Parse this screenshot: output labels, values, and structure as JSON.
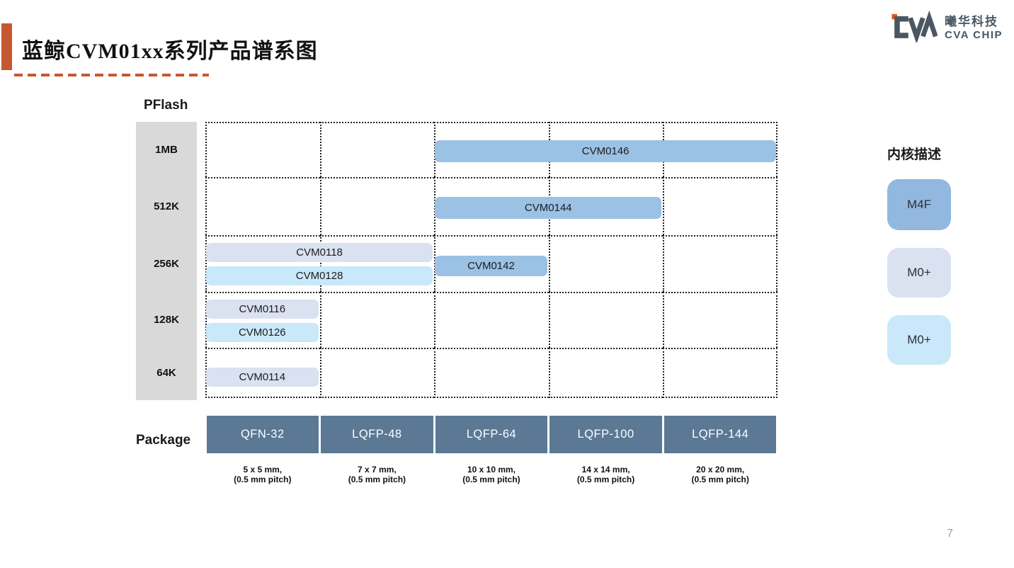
{
  "slide": {
    "title": "蓝鲸CVM01xx系列产品谱系图",
    "page_number": "7"
  },
  "logo": {
    "mark": "CVA",
    "company_cn": "曦华科技",
    "company_en": "CVA CHIP"
  },
  "matrix": {
    "y_axis_title": "PFlash",
    "x_axis_title": "Package",
    "flash_sizes": [
      "1MB",
      "512K",
      "256K",
      "128K",
      "64K"
    ],
    "packages": [
      {
        "name": "QFN-32",
        "dim_line1": "5 x 5 mm,",
        "dim_line2": "(0.5 mm pitch)"
      },
      {
        "name": "LQFP-48",
        "dim_line1": "7 x 7 mm,",
        "dim_line2": "(0.5 mm pitch)"
      },
      {
        "name": "LQFP-64",
        "dim_line1": "10 x 10 mm,",
        "dim_line2": "(0.5 mm pitch)"
      },
      {
        "name": "LQFP-100",
        "dim_line1": "14 x 14 mm,",
        "dim_line2": "(0.5 mm pitch)"
      },
      {
        "name": "LQFP-144",
        "dim_line1": "20 x 20 mm,",
        "dim_line2": "(0.5 mm pitch)"
      }
    ],
    "products": [
      {
        "name": "CVM0146",
        "flash": "1MB",
        "packages": [
          "LQFP-64",
          "LQFP-100",
          "LQFP-144"
        ],
        "core": "M4F",
        "color": "m4f_blue",
        "slot": "single"
      },
      {
        "name": "CVM0144",
        "flash": "512K",
        "packages": [
          "LQFP-64",
          "LQFP-100"
        ],
        "core": "M4F",
        "color": "m4f_blue",
        "slot": "single"
      },
      {
        "name": "CVM0118",
        "flash": "256K",
        "packages": [
          "QFN-32",
          "LQFP-48"
        ],
        "core": "M0+",
        "color": "m0p_lavender",
        "slot": "upper"
      },
      {
        "name": "CVM0128",
        "flash": "256K",
        "packages": [
          "QFN-32",
          "LQFP-48"
        ],
        "core": "M0+",
        "color": "m0p_cyan",
        "slot": "lower"
      },
      {
        "name": "CVM0142",
        "flash": "256K",
        "packages": [
          "LQFP-64"
        ],
        "core": "M4F",
        "color": "m4f_blue",
        "slot": "middle"
      },
      {
        "name": "CVM0116",
        "flash": "128K",
        "packages": [
          "QFN-32"
        ],
        "core": "M0+",
        "color": "m0p_lavender",
        "slot": "upper"
      },
      {
        "name": "CVM0126",
        "flash": "128K",
        "packages": [
          "QFN-32"
        ],
        "core": "M0+",
        "color": "m0p_cyan",
        "slot": "lower"
      },
      {
        "name": "CVM0114",
        "flash": "64K",
        "packages": [
          "QFN-32"
        ],
        "core": "M0+",
        "color": "m0p_lavender",
        "slot": "single_low"
      }
    ]
  },
  "legend": {
    "title": "内核描述",
    "items": [
      {
        "label": "M4F",
        "color": "m4f_blue"
      },
      {
        "label": "M0+",
        "color": "m0p_lavender"
      },
      {
        "label": "M0+",
        "color": "m0p_cyan"
      }
    ]
  },
  "colors": {
    "m4f_blue": "#9BC1E5",
    "m4f_blue_legend": "#92B8DF",
    "m0p_lavender": "#DAE1F0",
    "m0p_cyan": "#C9E8FA",
    "package_header": "#5B7995",
    "axis_gray": "#D9D9D9",
    "accent_orange": "#C6582F",
    "logo_gray": "#4A5763",
    "logo_orange": "#E8580C"
  }
}
